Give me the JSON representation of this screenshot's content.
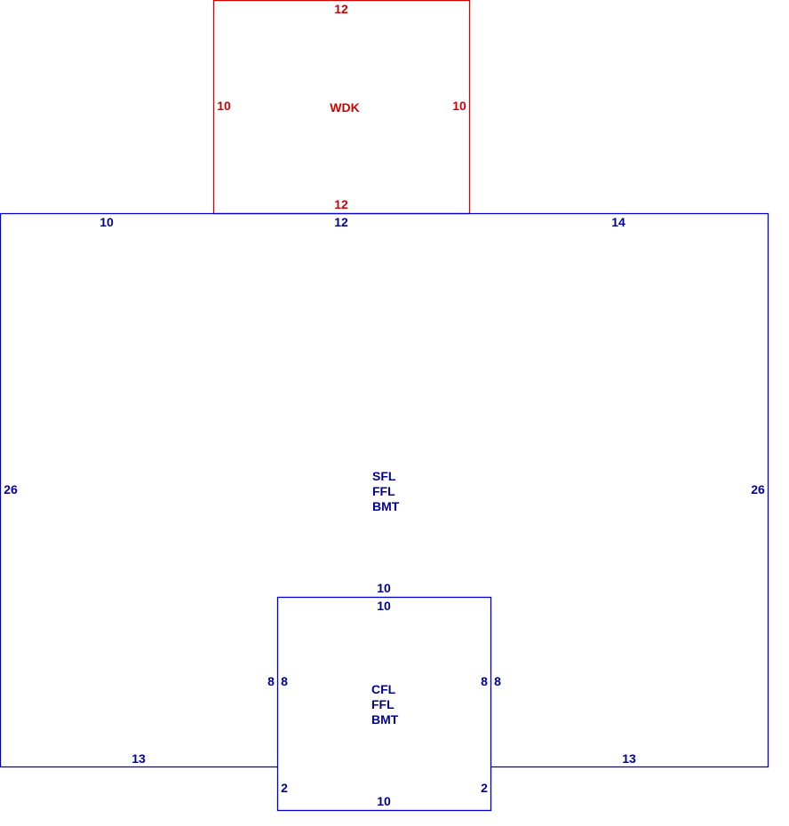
{
  "colors": {
    "deck": "#d40000",
    "house": "#0000cc",
    "text_blue": "#00009e"
  },
  "wood_deck": {
    "name": "WDK",
    "top": "12",
    "left": "10",
    "right": "10",
    "bottom": "12"
  },
  "main_house": {
    "top_left": "10",
    "top_middle": "12",
    "top_right": "14",
    "left": "26",
    "right": "26",
    "bottom_left": "13",
    "bottom_right": "13",
    "levels": [
      "SFL",
      "FFL",
      "BMT"
    ]
  },
  "bump_out": {
    "top_outer": "10",
    "top_inner": "10",
    "left_outer": "8",
    "left_inner": "8",
    "right_inner": "8",
    "right_outer": "8",
    "left_lower": "2",
    "right_lower": "2",
    "bottom": "10",
    "levels": [
      "CFL",
      "FFL",
      "BMT"
    ]
  }
}
